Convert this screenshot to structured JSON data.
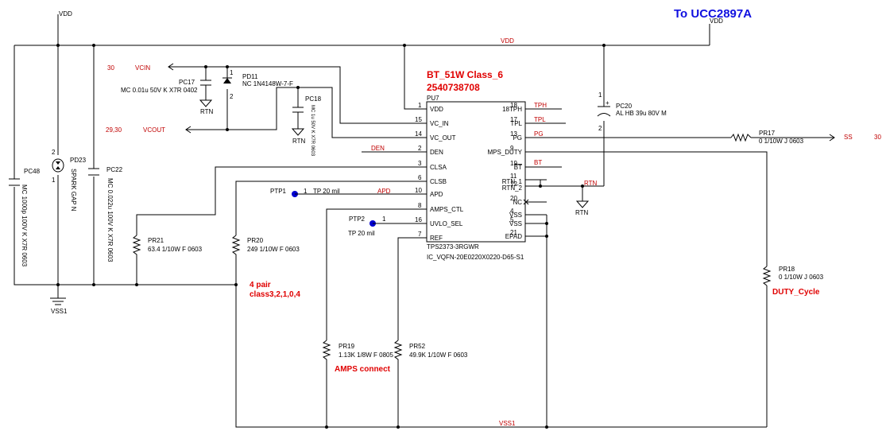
{
  "header": {
    "title": "To UCC2897A",
    "subtitle": "BT_51W Class_6",
    "part_code": "2540738708"
  },
  "ic": {
    "ref": "PU7",
    "part": "TPS2373-3RGWR",
    "package": "IC_VQFN-20E0220X0220-D65-S1",
    "left_pins": [
      {
        "num": "1",
        "name": "VDD"
      },
      {
        "num": "15",
        "name": "VC_IN"
      },
      {
        "num": "14",
        "name": "VC_OUT"
      },
      {
        "num": "2",
        "name": "DEN"
      },
      {
        "num": "3",
        "name": "CLSA"
      },
      {
        "num": "6",
        "name": "CLSB"
      },
      {
        "num": "10",
        "name": "APD"
      },
      {
        "num": "8",
        "name": "AMPS_CTL"
      },
      {
        "num": "16",
        "name": "UVLO_SEL"
      },
      {
        "num": "7",
        "name": "REF"
      }
    ],
    "right_pins": [
      {
        "num": "18",
        "name": "TPH"
      },
      {
        "num": "17",
        "name": "TPL"
      },
      {
        "num": "13",
        "name": "PG"
      },
      {
        "num": "9",
        "name": "MPS_DUTY"
      },
      {
        "num": "19",
        "name": "BT"
      },
      {
        "num": "11",
        "name": "RTN_1"
      },
      {
        "num": "12",
        "name": "RTN_2"
      },
      {
        "num": "20",
        "name": "NC"
      },
      {
        "num": "4",
        "name": "VSS"
      },
      {
        "num": "5",
        "name": "VSS"
      },
      {
        "num": "21",
        "name": "EPAD"
      }
    ]
  },
  "nets": {
    "vdd_top": "VDD",
    "vdd_rail": "VDD",
    "vdd_ucc": "VDD",
    "vss_left": "VSS1",
    "vss_bottom": "VSS1",
    "rtn": "RTN",
    "rtn_pc17": "RTN",
    "rtn_pc18": "RTN",
    "rtn_bottom": "RTN",
    "vcin": "VCIN",
    "vcin_ref": "30",
    "vcout": "VCOUT",
    "vcout_ref": "29,30",
    "ss": "SS",
    "ss_ref": "30",
    "den": "DEN",
    "apd": "APD",
    "tph": "TPH",
    "tpl": "TPL",
    "pg": "PG",
    "bt": "BT"
  },
  "components": {
    "pc48": {
      "ref": "PC48",
      "value": "MC 1000p 100V K X7R 0603"
    },
    "pd23": {
      "ref": "PD23",
      "value": "SPARK GAP N",
      "pin_a": "2",
      "pin_b": "1"
    },
    "pc22": {
      "ref": "PC22",
      "value": "MC 0.022u 100V K X7R 0603"
    },
    "pc17": {
      "ref": "PC17",
      "value": "MC 0.01u 50V K X7R 0402"
    },
    "pd11": {
      "ref": "PD11",
      "value": "NC 1N4148W-7-F",
      "pin_a": "1",
      "pin_b": "2"
    },
    "pc18": {
      "ref": "PC18",
      "value": "MC 1u 50V K X7R 0603"
    },
    "pc20": {
      "ref": "PC20",
      "value": "AL HB 39u 80V M",
      "pin_a": "1",
      "pin_b": "2",
      "polarity": "+"
    },
    "ptp1": {
      "ref": "PTP1",
      "value": "TP 20 mil",
      "pin": "1"
    },
    "ptp2": {
      "ref": "PTP2",
      "value": "TP 20 mil",
      "pin": "1"
    },
    "pr21": {
      "ref": "PR21",
      "value": "63.4 1/10W F 0603"
    },
    "pr20": {
      "ref": "PR20",
      "value": "249 1/10W F 0603"
    },
    "pr19": {
      "ref": "PR19",
      "value": "1.13K 1/8W F 0805"
    },
    "pr52": {
      "ref": "PR52",
      "value": "49.9K 1/10W F 0603"
    },
    "pr17": {
      "ref": "PR17",
      "value": "0 1/10W J 0603"
    },
    "pr18": {
      "ref": "PR18",
      "value": "0 1/10W J 0603"
    }
  },
  "notes": {
    "pair": "4 pair",
    "class": "class3,2,1,0,4",
    "amps": "AMPS connect",
    "duty": "DUTY_Cycle"
  },
  "colors": {
    "wire": "#000000",
    "net_label": "#c00000",
    "note": "#e00000",
    "title": "#1010e0"
  }
}
